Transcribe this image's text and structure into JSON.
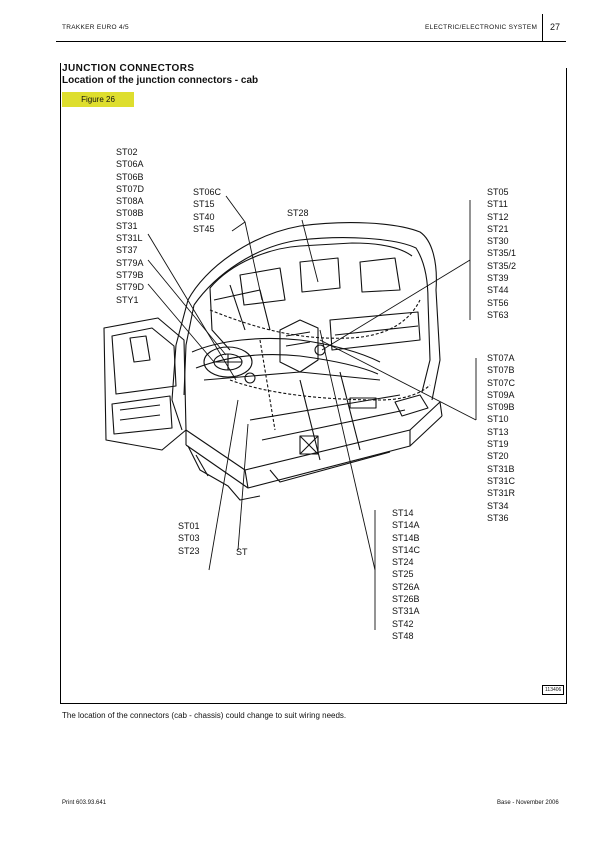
{
  "header": {
    "left": "TRAKKER EURO 4/5",
    "right": "ELECTRIC/ELECTRONIC SYSTEM",
    "page": "27"
  },
  "title": "JUNCTION CONNECTORS",
  "subtitle": "Location of the junction connectors - cab",
  "figure_label": "Figure 26",
  "groups": {
    "left_top": [
      "ST02",
      "ST06A",
      "ST06B",
      "ST07D",
      "ST08A",
      "ST08B",
      "ST31",
      "ST31L",
      "ST37",
      "ST79A",
      "ST79B",
      "ST79D",
      "STY1"
    ],
    "mid_top": [
      "ST06C",
      "ST15",
      "ST40",
      "ST45"
    ],
    "center_top": [
      "ST28"
    ],
    "right_top": [
      "ST05",
      "ST11",
      "ST12",
      "ST21",
      "ST30",
      "ST35/1",
      "ST35/2",
      "ST39",
      "ST44",
      "ST56",
      "ST63"
    ],
    "right_mid": [
      "ST07A",
      "ST07B",
      "ST07C",
      "ST09A",
      "ST09B",
      "ST10",
      "ST13",
      "ST19",
      "ST20",
      "ST31B",
      "ST31C",
      "ST31R",
      "ST34",
      "ST36"
    ],
    "bottom_left": [
      "ST01",
      "ST03",
      "ST23"
    ],
    "bottom_st": [
      "ST"
    ],
    "bottom_center": [
      "ST14",
      "ST14A",
      "ST14B",
      "ST14C",
      "ST24",
      "ST25",
      "ST26A",
      "ST26B",
      "ST31A",
      "ST42",
      "ST48"
    ]
  },
  "ref_number": "113406",
  "note": "The location of the connectors (cab - chassis) could change to suit wiring needs.",
  "footer": {
    "left": "Print 603.93.641",
    "right": "Base - November 2006"
  }
}
